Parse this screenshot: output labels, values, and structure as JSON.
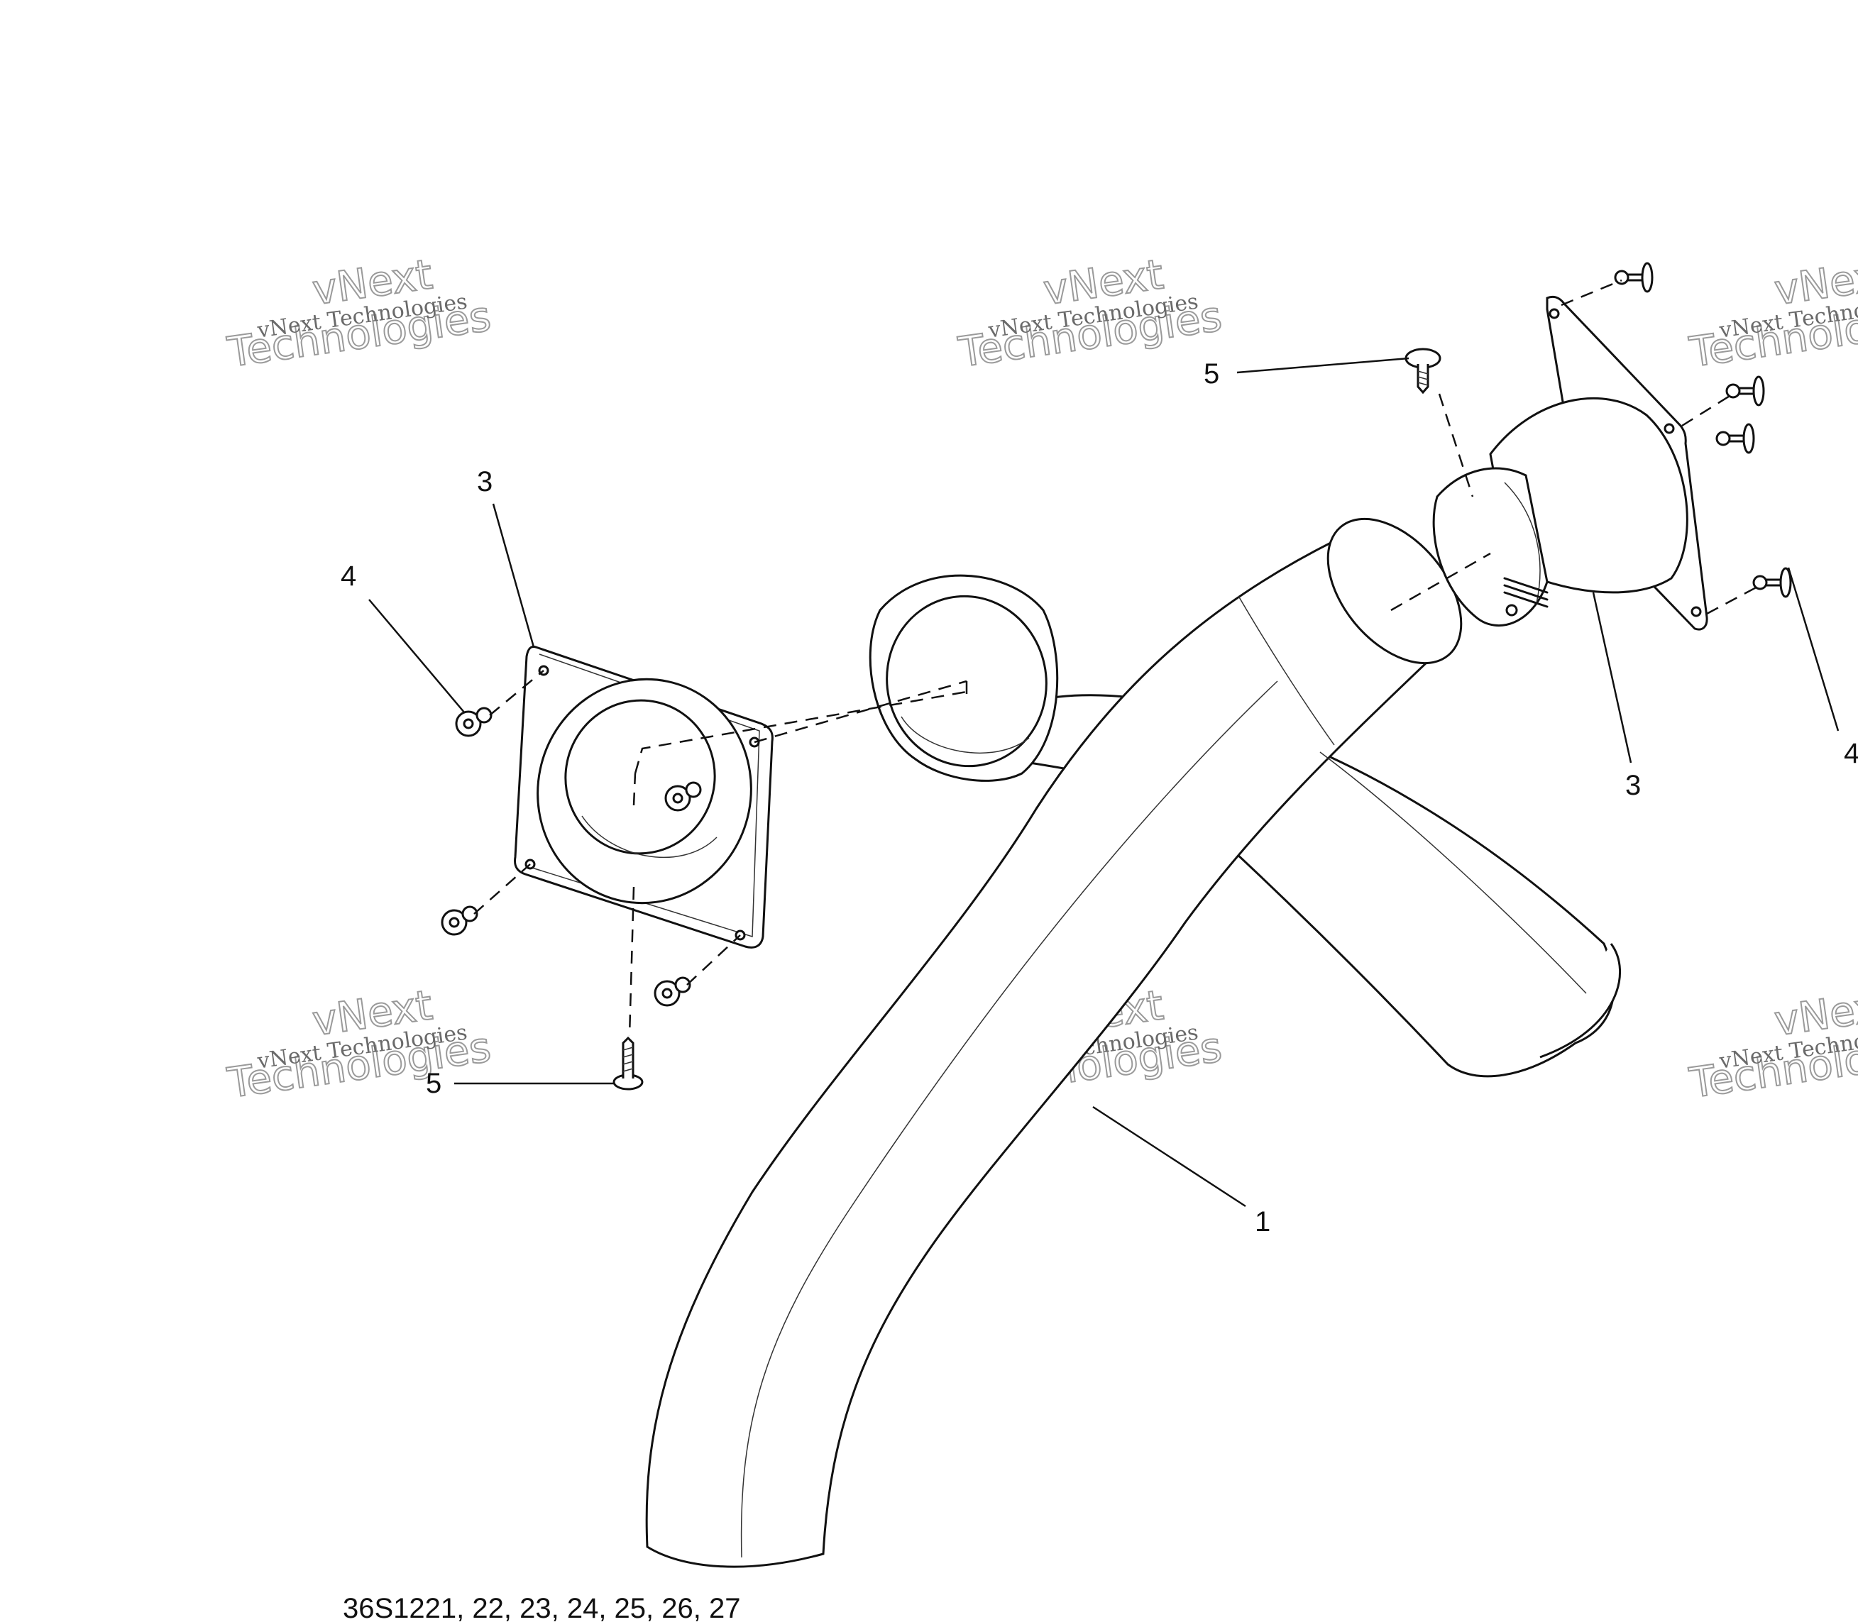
{
  "callouts": {
    "c3_left": "3",
    "c4_left": "4",
    "c5_top": "5",
    "c3_right": "3",
    "c4_right": "4",
    "c5_bottom": "5",
    "c1": "1"
  },
  "watermark": {
    "line1": "vNext Technologies",
    "line2": "vNext",
    "line3": "Technologies"
  },
  "footer": {
    "reference": "36S1221, 22, 23, 24, 25, 26, 27"
  }
}
